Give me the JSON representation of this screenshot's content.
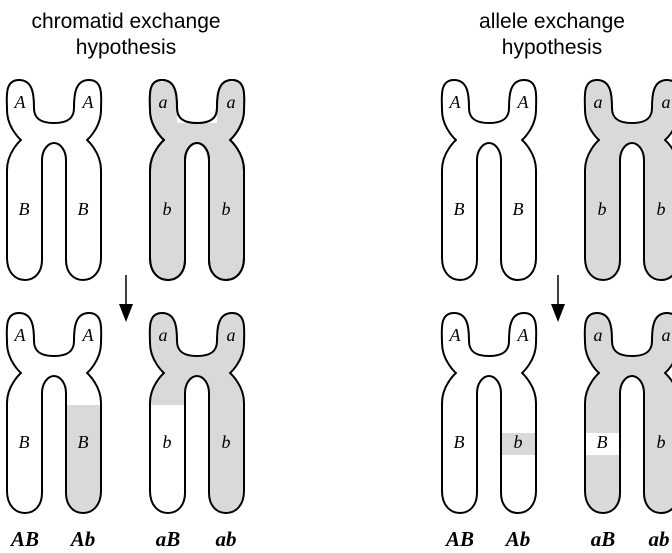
{
  "panels": [
    {
      "title_line1": "chromatid exchange",
      "title_line2": "hypothesis",
      "top": {
        "left_chromosome": {
          "fill": "#ffffff",
          "alleles": [
            "A",
            "A",
            "B",
            "B"
          ]
        },
        "right_chromosome": {
          "fill": "#d9d9d9",
          "alleles": [
            "a",
            "a",
            "b",
            "b"
          ]
        }
      },
      "bottom": {
        "left_chromosome": {
          "fill": "#ffffff",
          "alleles": [
            "A",
            "A",
            "B",
            "B"
          ]
        },
        "right_chromosome": {
          "fill": "#d9d9d9",
          "alleles": [
            "a",
            "a",
            "b",
            "b"
          ]
        }
      },
      "genotypes": [
        "AB",
        "Ab",
        "aB",
        "ab"
      ]
    },
    {
      "title_line1": "allele exchange",
      "title_line2": "hypothesis",
      "top": {
        "left_chromosome": {
          "fill": "#ffffff",
          "alleles": [
            "A",
            "A",
            "B",
            "B"
          ]
        },
        "right_chromosome": {
          "fill": "#d9d9d9",
          "alleles": [
            "a",
            "a",
            "b",
            "b"
          ]
        }
      },
      "bottom": {
        "left_chromosome": {
          "fill": "#ffffff",
          "alleles": [
            "A",
            "A",
            "B",
            "b"
          ]
        },
        "right_chromosome": {
          "fill": "#d9d9d9",
          "alleles": [
            "a",
            "a",
            "B",
            "b"
          ]
        }
      },
      "genotypes": [
        "AB",
        "Ab",
        "aB",
        "ab"
      ]
    }
  ],
  "colors": {
    "white_chromosome": "#ffffff",
    "grey_chromosome": "#d9d9d9",
    "outline": "#000000"
  }
}
